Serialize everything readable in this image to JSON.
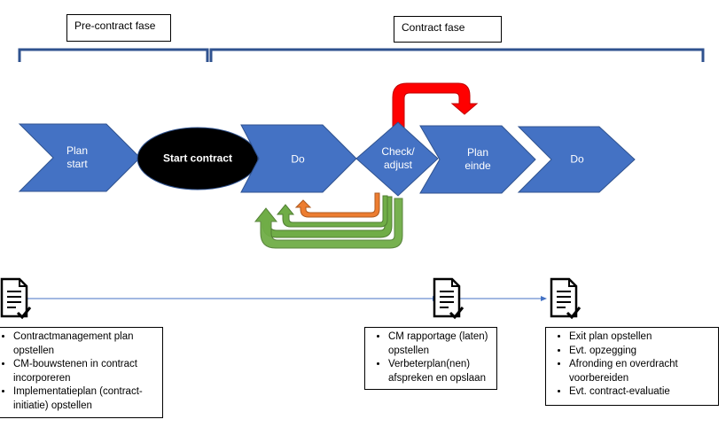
{
  "phases": {
    "pre_contract": "Pre-contract fase",
    "contract": "Contract fase"
  },
  "steps": {
    "plan_start": "Plan\nstart",
    "start_contract": "Start contract",
    "do_1": "Do",
    "check_adjust": "Check/\nadjust",
    "plan_einde": "Plan\neinde",
    "do_2": "Do"
  },
  "colors": {
    "chevron_fill": "#4472c4",
    "chevron_stroke": "#2f528f",
    "red_arrow": "#ff0000",
    "orange_arrow": "#ed7d31",
    "green_arrow": "#70ad47",
    "timeline": "#4472c4",
    "oval": "#000000"
  },
  "activity_boxes": {
    "left": {
      "items": [
        "Contractmanagement plan opstellen",
        "CM-bouwstenen in contract incorporeren",
        "Implementatieplan (contract-initiatie) opstellen"
      ]
    },
    "middle": {
      "items": [
        "CM rapportage (laten) opstellen",
        "Verbeterplan(nen) afspreken en opslaan"
      ]
    },
    "right": {
      "items": [
        "Exit plan opstellen",
        "Evt. opzegging",
        "Afronding en overdracht voorbereiden",
        "Evt. contract-evaluatie"
      ]
    }
  },
  "icons": {
    "checklist": "checklist-document-icon"
  }
}
